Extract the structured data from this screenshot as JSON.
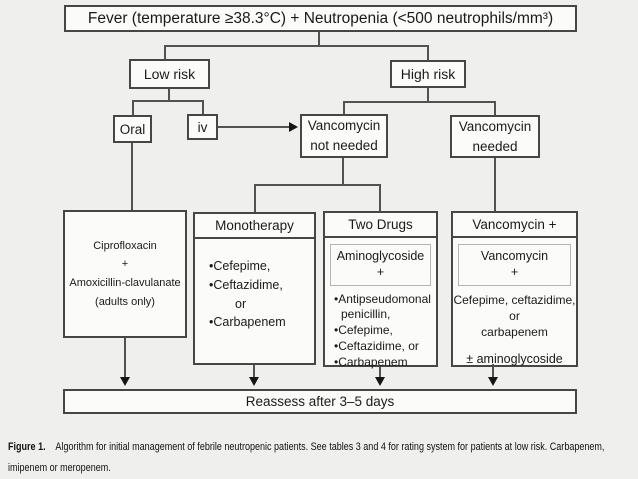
{
  "figure": {
    "root": "Fever (temperature ≥38.3°C) + Neutropenia (<500 neutrophils/mm³)",
    "low_risk": "Low risk",
    "high_risk": "High risk",
    "oral": "Oral",
    "iv": "iv",
    "vanc_not_needed": "Vancomycin\nnot needed",
    "vanc_needed": "Vancomycin\nneeded",
    "oral_regimen": {
      "line1": "Ciprofloxacin",
      "line2": "+",
      "line3": "Amoxicillin-clavulanate",
      "line4": "(adults only)"
    },
    "monotherapy": {
      "header": "Monotherapy",
      "items": [
        "•Cefepime,",
        "•Ceftazidime,",
        "or",
        "•Carbapenem"
      ]
    },
    "two_drugs": {
      "header": "Two Drugs",
      "combo_box": "Aminoglycoside\n+",
      "items": [
        "•Antipseudomonal penicillin,",
        "•Cefepime,",
        "•Ceftazidime, or",
        "•Carbapenem"
      ]
    },
    "vancomycin_plus": {
      "header": "Vancomycin +",
      "combo_box": "Vancomycin\n+",
      "drugs": "Cefepime, ceftazidime,\nor\ncarbapenem",
      "optional": "± aminoglycoside"
    },
    "reassess": "Reassess after 3–5 days",
    "caption": {
      "label": "Figure 1.",
      "line1": "Algorithm for initial management of febrile neutropenic patients. See tables 3 and 4 for rating system for patients at low risk. Carbapenem,",
      "line2": "imipenem or meropenem."
    }
  }
}
